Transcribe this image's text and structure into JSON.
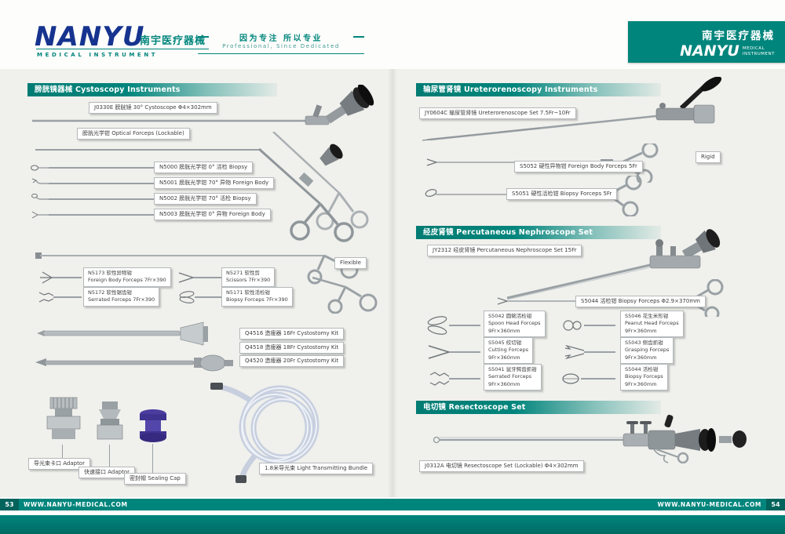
{
  "colors": {
    "teal": "#00857C",
    "teal_dark": "#00635C",
    "navy": "#16348f"
  },
  "header": {
    "logo": "NANYU",
    "logo_cn": "南宇医疗器械",
    "logo_sub": "MEDICAL INSTRUMENT",
    "slogan_cn": "因为专注 所以专业",
    "slogan_en": "Professional, Since Dedicated",
    "badge_cn": "南宇医疗器械",
    "badge_logo": "NANYU",
    "badge_sub1": "MEDICAL",
    "badge_sub2": "INSTRUMENT"
  },
  "footer": {
    "left_page_no": "53",
    "right_page_no": "54",
    "site_left": "WWW.NANYU-MEDICAL.COM",
    "site_right": "WWW.NANYU-MEDICAL.COM"
  },
  "cysto": {
    "title": "膀胱镜器械 Cystoscopy Instruments",
    "scope_label": "J0330E 膀胱镜 30°  Cystoscope  Φ4×302mm",
    "optical_label": "膀胱光学钳 Optical Forceps (Lockable)",
    "optical_items": [
      "N5000 膀胱光学钳  0°  活检 Biopsy",
      "N5001 膀胱光学钳 70°  异物 Foreign Body",
      "N5002 膀胱光学钳 70°  活检 Biopsy",
      "N5003 膀胱光学钳  0°  异物 Foreign Body"
    ],
    "flexible_tag": "Flexible",
    "flex_items": [
      {
        "l1": "N5173 软性异物钳",
        "l2": "Foreign Body Forceps 7Fr×390"
      },
      {
        "l1": "N5271 软性剪",
        "l2": "Scissors 7Fr×390"
      },
      {
        "l1": "N5172 软性锯齿钳",
        "l2": "Serrated Forceps 7Fr×390"
      },
      {
        "l1": "N5171 软性活检钳",
        "l2": "Biopsy Forceps 7Fr×390"
      }
    ],
    "cystostomy_items": [
      "Q4516 造瘘器 16Fr Cystostomy Kit",
      "Q4518 造瘘器 18Fr Cystostomy Kit",
      "Q4520 造瘘器 20Fr Cystostomy Kit"
    ],
    "accessory_labels": [
      "导光束卡口 Adaptor",
      "快速接口 Adaptor",
      "密封帽 Sealing Cap"
    ],
    "bundle_label": "1.8米导光束  Light Transmitting Bundle"
  },
  "uretero": {
    "title": "输尿管肾镜 Ureterorenoscopy Instruments",
    "scope_label": "JY0604C 输尿管肾镜 Ureterorenoscope Set 7.5Fr~10Fr",
    "rigid_tag": "Rigid",
    "items": [
      "S5052 硬性异物钳 Foreign Body Forceps 5Fr",
      "S5051 硬性活检钳 Biopsy Forceps 5Fr"
    ]
  },
  "nephro": {
    "title": "经皮肾镜 Percutaneous Nephroscope Set",
    "scope_label": "JY2312 经皮肾镜 Percutaneous Nephroscope Set 15Fr",
    "long_forceps_label": "S5044 活检钳 Biopsy Forceps Φ2.9×370mm",
    "forceps": [
      {
        "l1": "S5042 圆碗活检钳",
        "l2": "Spoon Head Forceps",
        "l3": "9Fr×360mm"
      },
      {
        "l1": "S5046 花生米形钳",
        "l2": "Peanut Head Forceps",
        "l3": "9Fr×360mm"
      },
      {
        "l1": "S5045 绞切钳",
        "l2": "Cutting Forceps",
        "l3": "9Fr×360mm"
      },
      {
        "l1": "S5043 侧齿抓钳",
        "l2": "Grasping Forceps",
        "l3": "9Fr×360mm"
      },
      {
        "l1": "S5041 鼠牙鳄齿抓钳",
        "l2": "Serrated Forceps",
        "l3": "9Fr×360mm"
      },
      {
        "l1": "S5044 活检钳",
        "l2": "Biopsy Forceps",
        "l3": "9Fr×360mm"
      }
    ]
  },
  "resecto": {
    "title": "电切镜  Resectoscope Set",
    "scope_label": "J0312A 电切镜 Resectoscope Set (Lockable)  Φ4×302mm"
  }
}
